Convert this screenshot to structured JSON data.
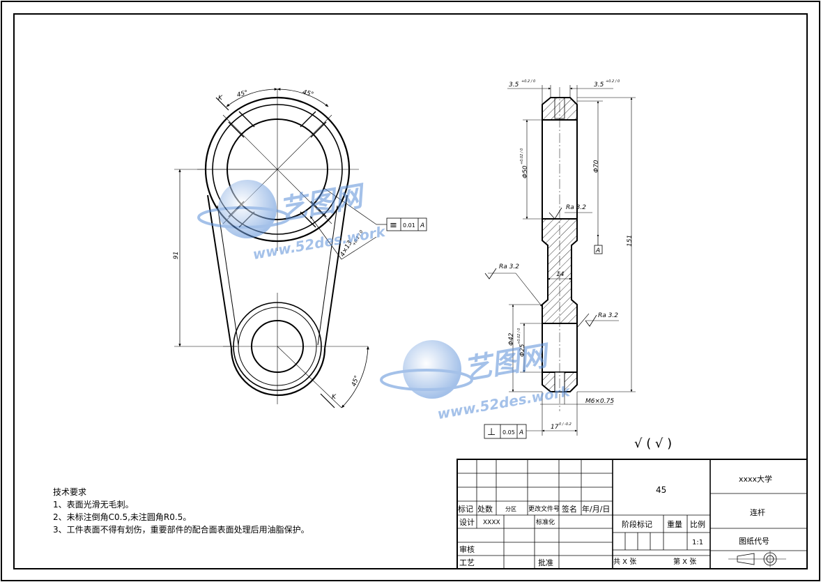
{
  "front_view": {
    "angle_top_left": "45°",
    "angle_top_right": "45°",
    "section_k_top": "K",
    "section_k_bottom": "K",
    "angle_bottom": "45°",
    "dim_center_distance": "91",
    "dim_holes": "4×13",
    "dim_holes_tol": "+0.1 / 0",
    "tolerance_symbol": "≡",
    "tolerance_value": "0.01",
    "tolerance_datum": "A"
  },
  "side_view": {
    "dim_top_left": "3.5",
    "dim_top_left_tol": "+0.2 / 0",
    "dim_top_right": "3.5",
    "dim_top_right_tol": "+0.2 / 0",
    "dim_bore": "Φ50",
    "dim_bore_tol": "+0.02 / 0",
    "dim_outer": "Φ70",
    "dim_length": "151",
    "dim_web": "14",
    "dim_small_outer": "Φ42",
    "dim_small_bore": "Φ25",
    "dim_small_bore_tol": "+0.02 / 0",
    "thread": "M6×0.75",
    "dim_width": "17",
    "dim_width_tol": "0 / -0.2",
    "datum_label": "A",
    "roughness_1": "Ra 3.2",
    "roughness_2": "Ra 3.2",
    "roughness_3": "Ra 3.2",
    "perp_symbol": "⊥",
    "perp_value": "0.05",
    "perp_datum": "A",
    "general_roughness": "√ ( √ )"
  },
  "watermark": {
    "brand": "艺图网",
    "url": "www.52des.work"
  },
  "tech_requirements": {
    "title": "技术要求",
    "items": [
      "1、表面光滑无毛刺。",
      "2、未标注倒角C0.5,未注圆角R0.5。",
      "3、工件表面不得有划伤，重要部件的配合面表面处理后用油脂保护。"
    ]
  },
  "title_block": {
    "label_mark": "标记",
    "label_count": "处数",
    "label_zone": "分区",
    "label_change_doc": "更改文件号",
    "label_sign": "签名",
    "label_date": "年/月/日",
    "label_design": "设计",
    "designer": "XXXX",
    "label_standard": "标准化",
    "label_review": "审核",
    "label_process": "工艺",
    "label_approve": "批准",
    "material": "45",
    "label_stage": "阶段标记",
    "label_weight": "重量",
    "label_scale": "比例",
    "scale": "1:1",
    "label_total": "共 X 张",
    "label_sheet": "第 X 张",
    "school": "xxxx大学",
    "part_name": "连杆",
    "label_drawing_no": "图纸代号"
  }
}
